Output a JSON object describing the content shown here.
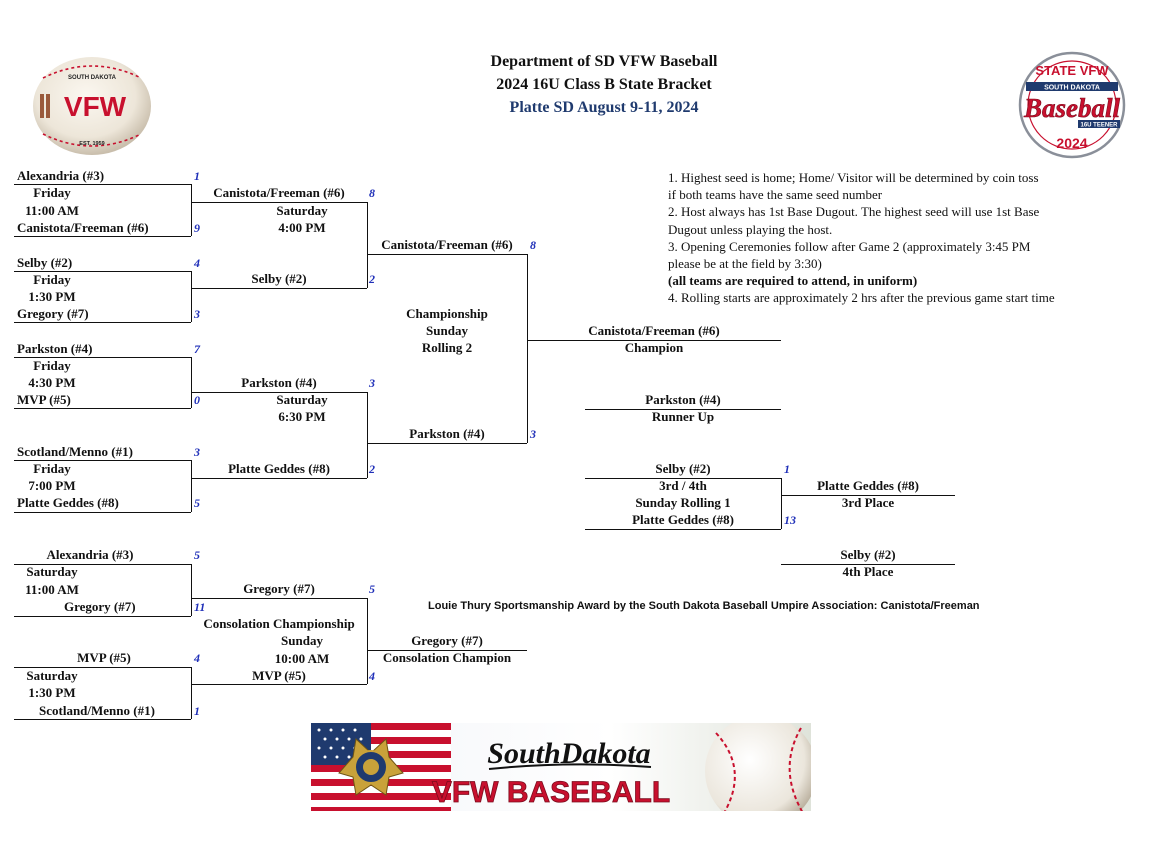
{
  "header": {
    "line1": "Department of SD VFW Baseball",
    "line2": "2024 16U Class B State Bracket",
    "line3": "Platte SD August 9-11, 2024"
  },
  "logos": {
    "left": {
      "top": "SOUTH DAKOTA",
      "main": "VFW",
      "est": "EST. 1959"
    },
    "right": {
      "arc": "STATE VFW",
      "state": "SOUTH DAKOTA",
      "main": "Baseball",
      "tag": "16U TEENER",
      "year": "2024"
    }
  },
  "notes": [
    "1. Highest seed is home; Home/ Visitor will be determined by coin toss",
    "if both teams have the same seed number",
    "2. Host always has 1st Base Dugout. The highest seed will use 1st Base",
    "Dugout unless playing the host.",
    "3. Opening Ceremonies follow after Game 2 (approximately 3:45 PM",
    "please be at the field by 3:30)",
    " (all teams are required to attend, in uniform)",
    "4. Rolling starts are approximately 2 hrs after the previous game start time"
  ],
  "r1": [
    {
      "top": "Alexandria (#3)",
      "top_score": "1",
      "day": "Friday",
      "time": "11:00 AM",
      "bottom": "Canistota/Freeman (#6)",
      "bottom_score": "9"
    },
    {
      "top": "Selby (#2)",
      "top_score": "4",
      "day": "Friday",
      "time": "1:30 PM",
      "bottom": "Gregory (#7)",
      "bottom_score": "3"
    },
    {
      "top": "Parkston (#4)",
      "top_score": "7",
      "day": "Friday",
      "time": "4:30 PM",
      "bottom": "MVP (#5)",
      "bottom_score": "0"
    },
    {
      "top": "Scotland/Menno (#1)",
      "top_score": "3",
      "day": "Friday",
      "time": "7:00 PM",
      "bottom": "Platte Geddes (#8)",
      "bottom_score": "5"
    }
  ],
  "r2": [
    {
      "top": "Canistota/Freeman (#6)",
      "top_score": "8",
      "day": "Saturday",
      "time": "4:00 PM",
      "bottom": "Selby (#2)",
      "bottom_score": "2"
    },
    {
      "top": "Parkston (#4)",
      "top_score": "3",
      "day": "Saturday",
      "time": "6:30 PM",
      "bottom": "Platte Geddes (#8)",
      "bottom_score": "2"
    }
  ],
  "final": {
    "top": "Canistota/Freeman (#6)",
    "top_score": "8",
    "label1": "Championship",
    "label2": "Sunday",
    "label3": "Rolling 2",
    "bottom": "Parkston (#4)",
    "bottom_score": "3"
  },
  "champion": {
    "team": "Canistota/Freeman (#6)",
    "label": "Champion"
  },
  "runner_up": {
    "team": "Parkston (#4)",
    "label": "Runner Up"
  },
  "third": {
    "top": "Selby (#2)",
    "top_score": "1",
    "label1": "3rd / 4th",
    "label2": "Sunday Rolling 1",
    "bottom": "Platte Geddes (#8)",
    "bottom_score": "13",
    "third_team": "Platte Geddes (#8)",
    "third_label": "3rd Place",
    "fourth_team": "Selby (#2)",
    "fourth_label": "4th Place"
  },
  "cons_r1": [
    {
      "top": "Alexandria (#3)",
      "top_score": "5",
      "day": "Saturday",
      "time": "11:00 AM",
      "bottom": "Gregory (#7)",
      "bottom_score": "11"
    },
    {
      "top": "MVP (#5)",
      "top_score": "4",
      "day": "Saturday",
      "time": "1:30 PM",
      "bottom": "Scotland/Menno (#1)",
      "bottom_score": "1"
    }
  ],
  "cons_final": {
    "top": "Gregory (#7)",
    "top_score": "5",
    "label1": "Consolation Championship",
    "label2": "Sunday",
    "label3": "10:00 AM",
    "bottom": "MVP (#5)",
    "bottom_score": "4",
    "champ_team": "Gregory (#7)",
    "champ_label": "Consolation Champion"
  },
  "award": "Louie Thury Sportsmanship Award by the South Dakota Baseball Umpire Association: Canistota/Freeman",
  "banner": {
    "script": "SouthDakota",
    "main": "VFW BASEBALL"
  },
  "colors": {
    "score": "#1f2fb8",
    "subtitle": "#1f3a6e",
    "vfw_red": "#c8102e"
  }
}
